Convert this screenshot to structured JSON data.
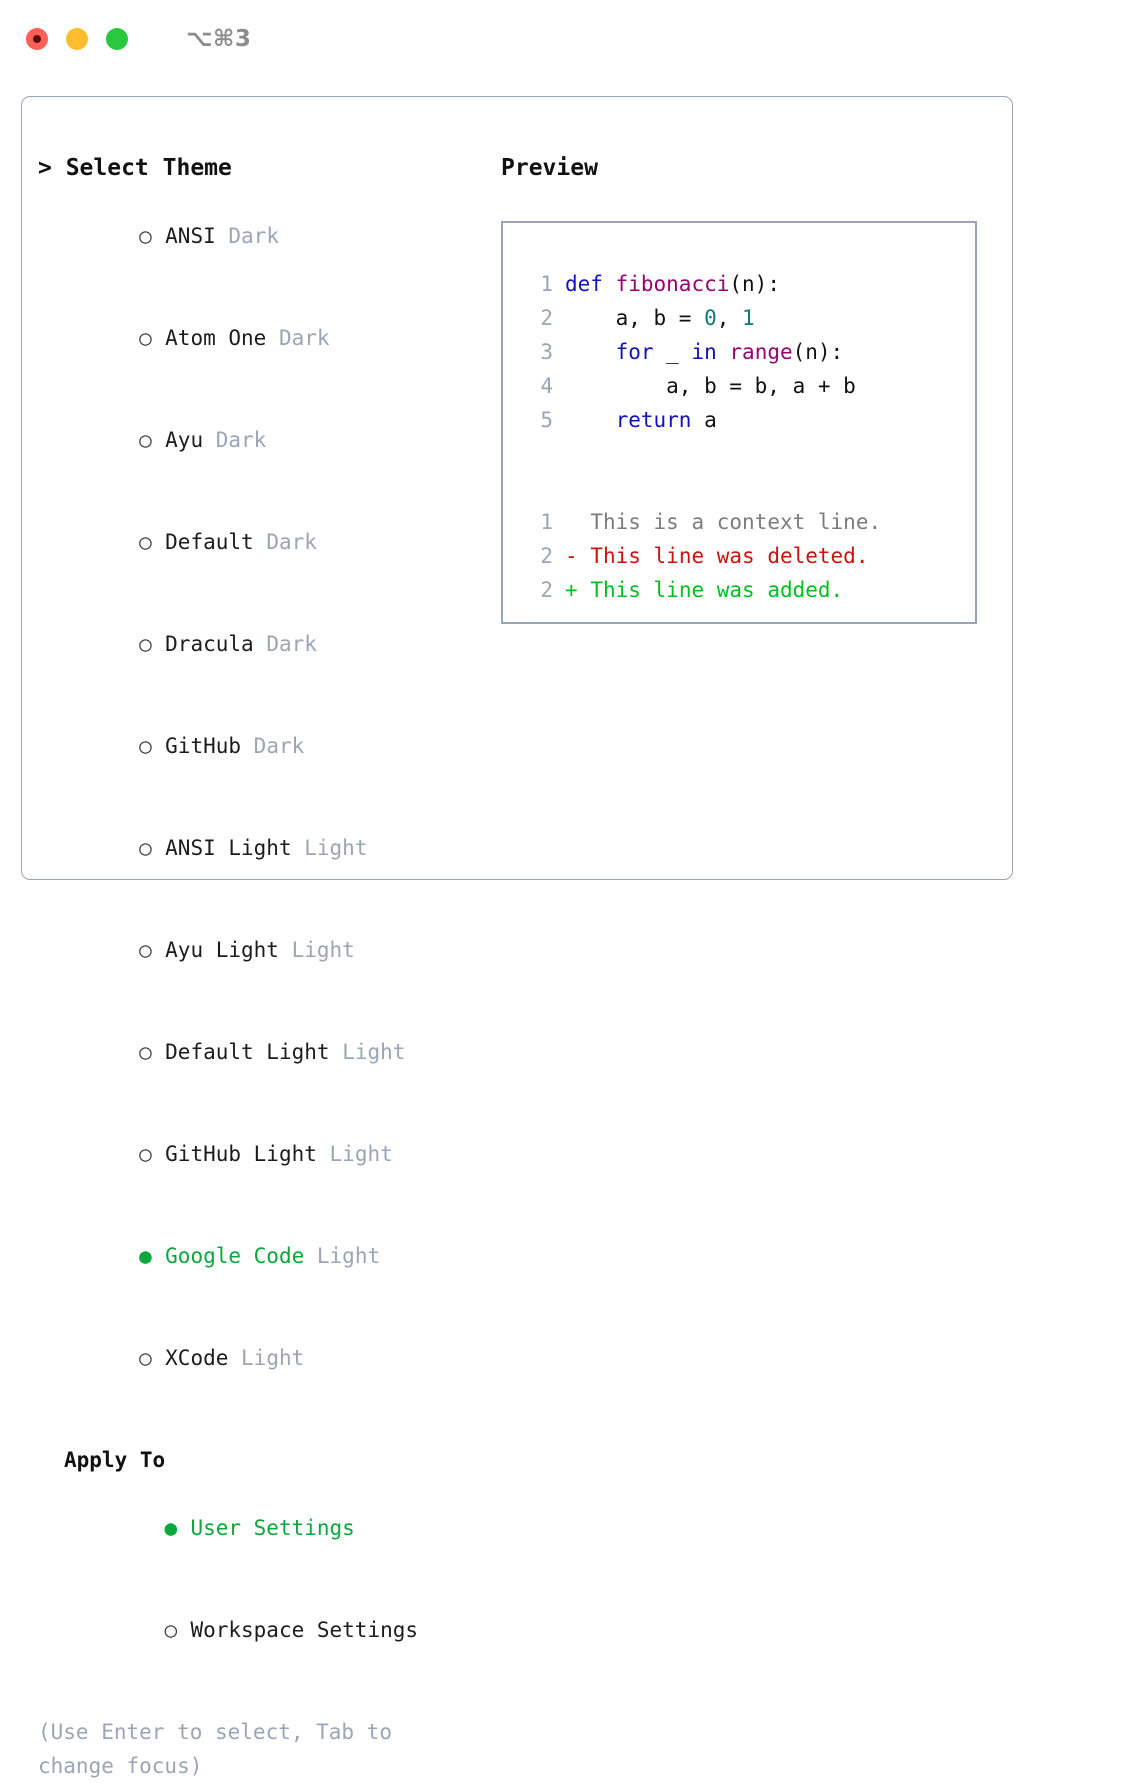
{
  "titlebar": {
    "shortcut": "⌥⌘3",
    "buttons": [
      {
        "name": "close",
        "color": "#ff5f57"
      },
      {
        "name": "minimize",
        "color": "#ffbd2e"
      },
      {
        "name": "zoom",
        "color": "#28c840"
      }
    ]
  },
  "theme_picker": {
    "header": "> Select Theme",
    "items": [
      {
        "marker": "○",
        "label": "ANSI",
        "badge": "Dark",
        "selected": false
      },
      {
        "marker": "○",
        "label": "Atom One",
        "badge": "Dark",
        "selected": false
      },
      {
        "marker": "○",
        "label": "Ayu",
        "badge": "Dark",
        "selected": false
      },
      {
        "marker": "○",
        "label": "Default",
        "badge": "Dark",
        "selected": false
      },
      {
        "marker": "○",
        "label": "Dracula",
        "badge": "Dark",
        "selected": false
      },
      {
        "marker": "○",
        "label": "GitHub",
        "badge": "Dark",
        "selected": false
      },
      {
        "marker": "○",
        "label": "ANSI Light",
        "badge": "Light",
        "selected": false
      },
      {
        "marker": "○",
        "label": "Ayu Light",
        "badge": "Light",
        "selected": false
      },
      {
        "marker": "○",
        "label": "Default Light",
        "badge": "Light",
        "selected": false
      },
      {
        "marker": "○",
        "label": "GitHub Light",
        "badge": "Light",
        "selected": false
      },
      {
        "marker": "●",
        "label": "Google Code",
        "badge": "Light",
        "selected": true
      },
      {
        "marker": "○",
        "label": "XCode",
        "badge": "Light",
        "selected": false
      }
    ]
  },
  "apply_to": {
    "header": "Apply To",
    "items": [
      {
        "marker": "●",
        "label": "User Settings",
        "selected": true
      },
      {
        "marker": "○",
        "label": "Workspace Settings",
        "selected": false
      }
    ]
  },
  "hint": "(Use Enter to select, Tab to change focus)",
  "preview": {
    "title": "Preview",
    "code_lines": [
      {
        "n": "1",
        "tokens": [
          {
            "t": "def",
            "c": "kw"
          },
          {
            "t": " ",
            "c": "pl"
          },
          {
            "t": "fibonacci",
            "c": "fn"
          },
          {
            "t": "(n):",
            "c": "pl"
          }
        ]
      },
      {
        "n": "2",
        "tokens": [
          {
            "t": "    a, b = ",
            "c": "pl"
          },
          {
            "t": "0",
            "c": "num"
          },
          {
            "t": ", ",
            "c": "pl"
          },
          {
            "t": "1",
            "c": "num"
          }
        ]
      },
      {
        "n": "3",
        "tokens": [
          {
            "t": "    ",
            "c": "pl"
          },
          {
            "t": "for",
            "c": "kw"
          },
          {
            "t": " _ ",
            "c": "pl"
          },
          {
            "t": "in",
            "c": "kw"
          },
          {
            "t": " ",
            "c": "pl"
          },
          {
            "t": "range",
            "c": "fn"
          },
          {
            "t": "(n):",
            "c": "pl"
          }
        ]
      },
      {
        "n": "4",
        "tokens": [
          {
            "t": "        a, b = b, a + b",
            "c": "pl"
          }
        ]
      },
      {
        "n": "5",
        "tokens": [
          {
            "t": "    ",
            "c": "pl"
          },
          {
            "t": "return",
            "c": "kw"
          },
          {
            "t": " a",
            "c": "pl"
          }
        ]
      }
    ],
    "diff_lines": [
      {
        "n": "1",
        "sign": " ",
        "text": "This is a context line.",
        "kind": "diff-ctx"
      },
      {
        "n": "2",
        "sign": "-",
        "text": "This line was deleted.",
        "kind": "diff-del"
      },
      {
        "n": "2",
        "sign": "+",
        "text": "This line was added.",
        "kind": "diff-add"
      }
    ]
  },
  "colors": {
    "accent_green": "#0aa83c",
    "muted": "#9aa5b5",
    "border": "#9aa5b5",
    "keyword": "#1111bb",
    "function": "#990073",
    "number": "#0b7a7a",
    "diff_delete": "#cc1111",
    "diff_add": "#00c020"
  }
}
